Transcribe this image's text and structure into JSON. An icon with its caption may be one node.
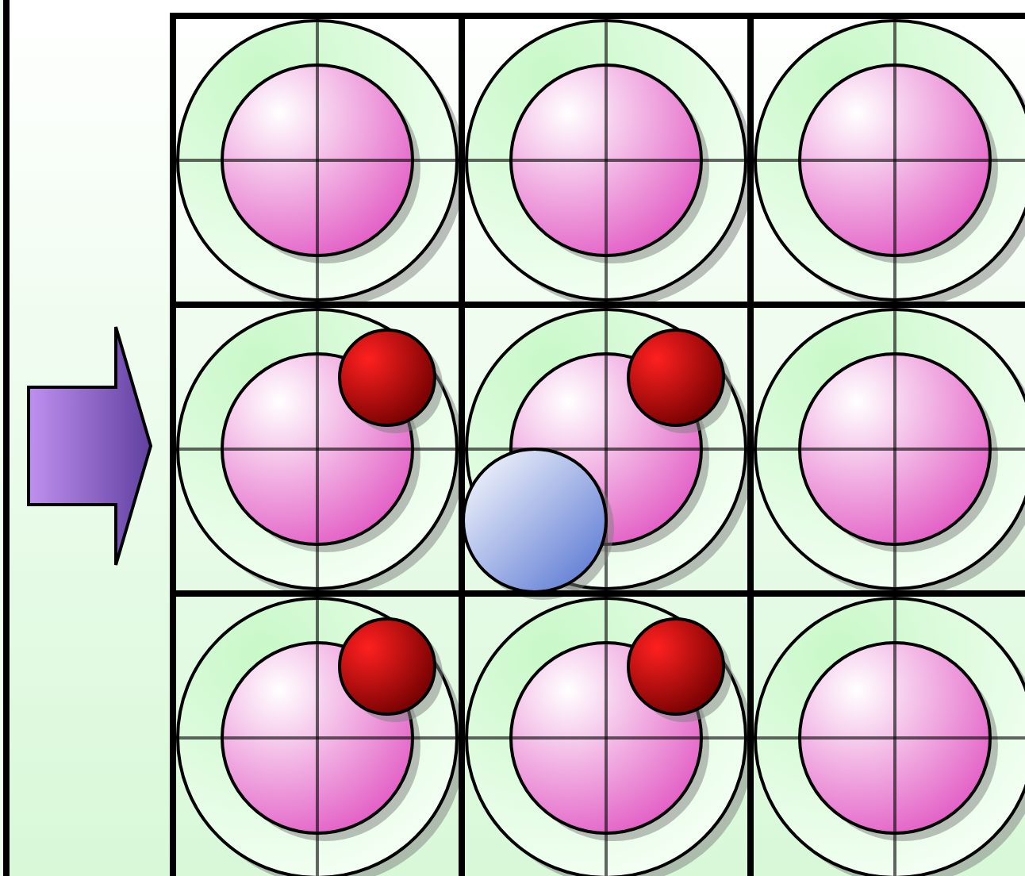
{
  "diagram": {
    "nodes": [
      {
        "text": [],
        "shape": "box"
      },
      {
        "text": [],
        "shape": "picture"
      }
    ],
    "edges": [
      {
        "from": 0,
        "to": 1,
        "arrow": "to"
      }
    ]
  }
}
